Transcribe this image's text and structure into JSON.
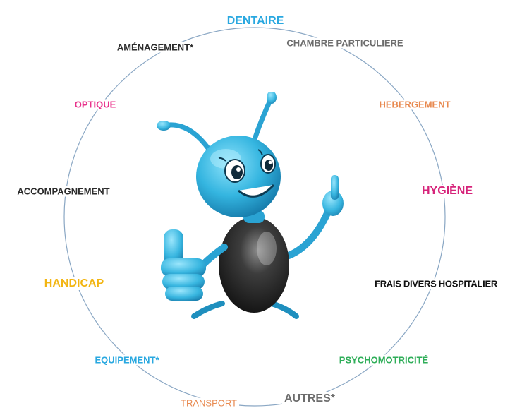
{
  "colors": {
    "ring": "#8aa7c4",
    "blue": "#29a8e0",
    "gray": "#6d6d6d",
    "dark": "#2b2b2b",
    "pink": "#e8308a",
    "orange": "#e8894f",
    "magenta": "#d6237a",
    "black": "#111111",
    "green": "#2fae59",
    "yellow": "#f2b512",
    "ant_body": "#3ab7e0",
    "ant_abdomen": "#2a2a2a"
  },
  "mascot": {
    "icon": "ant-mascot-thumbs-up"
  },
  "labels": {
    "dentaire": "DENTAIRE",
    "chambre": "CHAMBRE PARTICULIERE",
    "hebergement": "HEBERGEMENT",
    "hygiene": "HYGIÈNE",
    "frais": "FRAIS DIVERS HOSPITALIER",
    "psychomotricite": "PSYCHOMOTRICITÉ",
    "autres": "AUTRES*",
    "transport": "TRANSPORT",
    "equipement": "EQUIPEMENT*",
    "handicap": "HANDICAP",
    "accompagnement": "ACCOMPAGNEMENT",
    "optique": "OPTIQUE",
    "amenagement": "AMÉNAGEMENT*"
  }
}
